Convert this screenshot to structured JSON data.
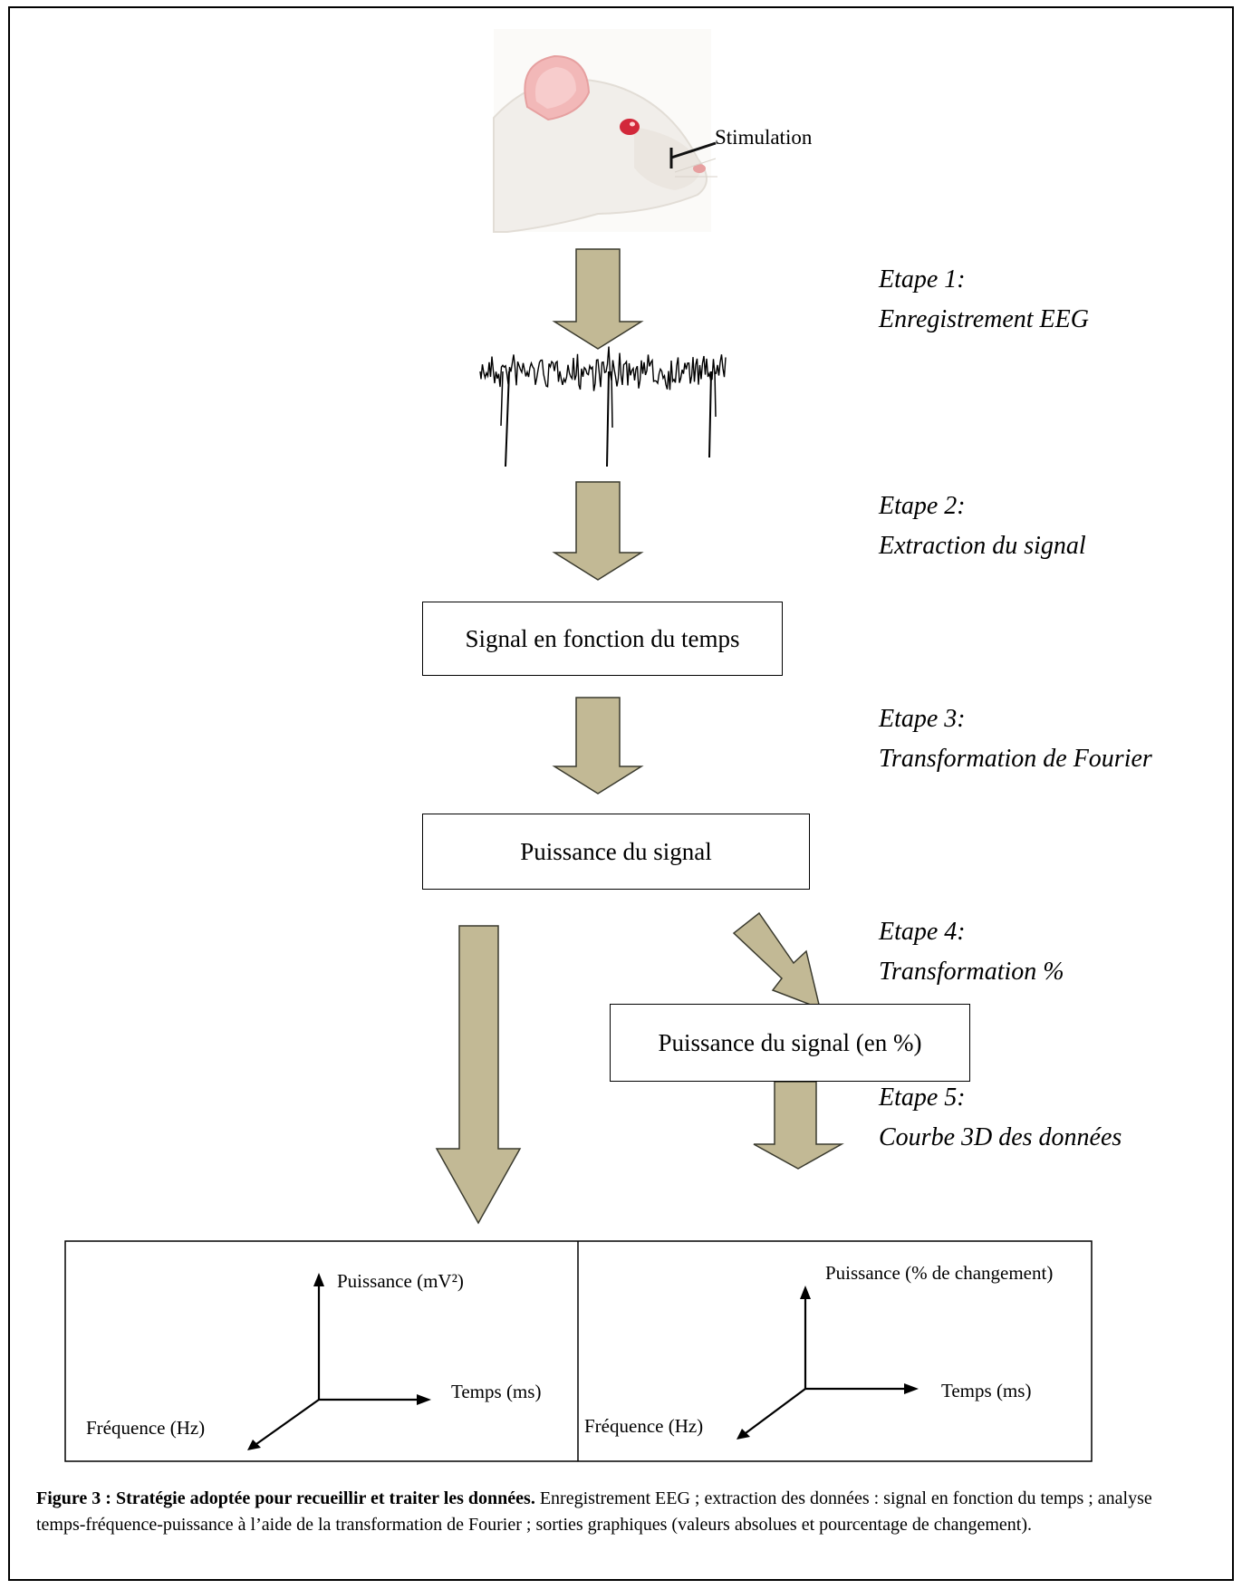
{
  "stimulation_label": "Stimulation",
  "steps": [
    {
      "title": "Etape 1:",
      "desc": "Enregistrement EEG"
    },
    {
      "title": "Etape 2:",
      "desc": "Extraction du signal"
    },
    {
      "title": "Etape 3:",
      "desc": "Transformation de Fourier"
    },
    {
      "title": "Etape 4:",
      "desc": "Transformation %"
    },
    {
      "title": "Etape 5:",
      "desc": "Courbe 3D des données"
    }
  ],
  "boxes": {
    "signal_time": "Signal en fonction du temps",
    "power": "Puissance du signal",
    "power_percent": "Puissance du signal (en %)"
  },
  "plots": {
    "left": {
      "y": "Puissance (mV²)",
      "x": "Temps (ms)",
      "z": "Fréquence (Hz)"
    },
    "right": {
      "y": "Puissance (% de changement)",
      "x": "Temps (ms)",
      "z": "Fréquence (Hz)"
    }
  },
  "caption": {
    "bold": "Figure 3 : Stratégie adoptée pour recueillir et traiter les données.",
    "text": " Enregistrement EEG ; extraction des données : signal en fonction du temps ; analyse temps-fréquence-puissance à l’aide de la transformation de Fourier ; sorties graphiques (valeurs absolues et pourcentage de changement)."
  },
  "colors": {
    "arrow_fill": "#c2b995",
    "arrow_stroke": "#3a3a2e",
    "rat_fur": "#f4f1ee",
    "rat_ear": "#f2b8b8",
    "rat_eye": "#d2283a"
  }
}
